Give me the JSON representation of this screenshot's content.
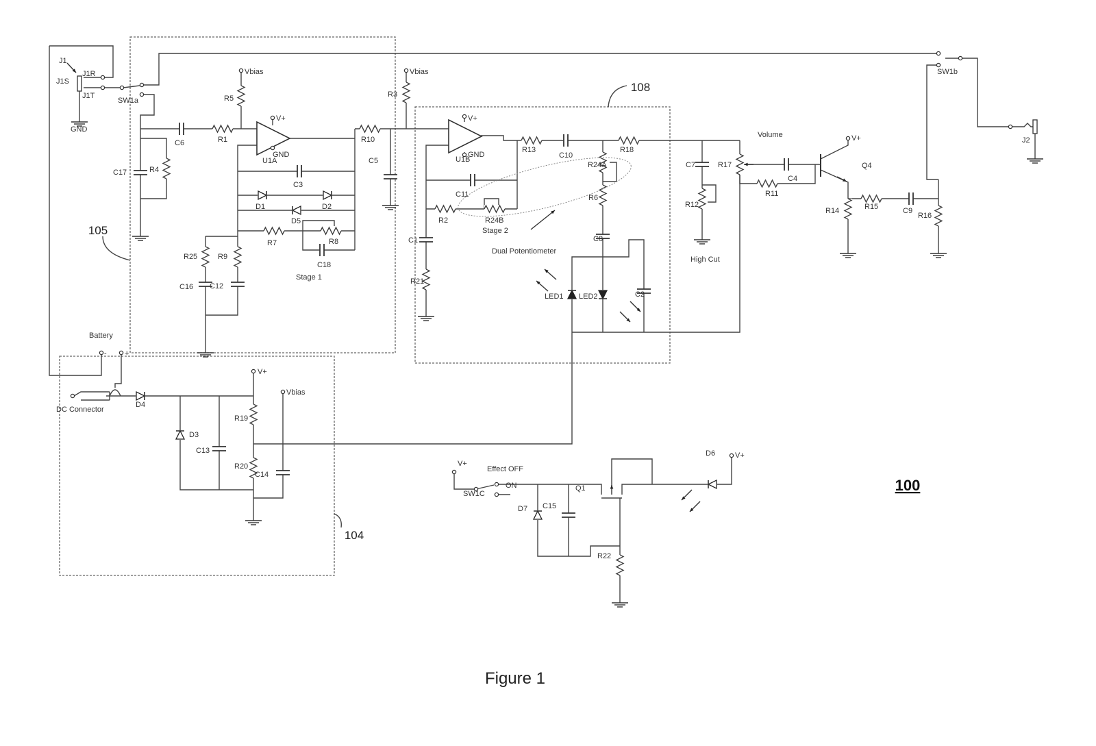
{
  "figure": {
    "caption": "Figure 1",
    "reference_numeral": "100",
    "blocks": {
      "input_stage_block": "105",
      "stage2_block": "108",
      "power_block": "104"
    }
  },
  "labels": {
    "J1": "J1",
    "J1R": "J1R",
    "J1S": "J1S",
    "J1T": "J1T",
    "GND_J1": "GND",
    "SW1a": "SW1a",
    "Vbias1": "Vbias",
    "R5": "R5",
    "C6": "C6",
    "R1": "R1",
    "C17": "C17",
    "R4": "R4",
    "Vplus1": "V+",
    "GND_U1A": "GND",
    "U1A": "U1A",
    "R10": "R10",
    "C5": "C5",
    "C3": "C3",
    "D1": "D1",
    "D2": "D2",
    "D5": "D5",
    "R7": "R7",
    "R8": "R8",
    "C18": "C18",
    "Stage1": "Stage 1",
    "R25": "R25",
    "R9": "R9",
    "C16": "C16",
    "C12": "C12",
    "Vbias2": "Vbias",
    "R3": "R3",
    "Vplus2": "V+",
    "GND_U1B": "GND",
    "U1B": "U1B",
    "R13": "R13",
    "C10": "C10",
    "R18": "R18",
    "C11": "C11",
    "R2": "R2",
    "R24B": "R24B",
    "Stage2": "Stage 2",
    "C1": "C1",
    "R21": "R21",
    "R24A": "R24A",
    "R6": "R6",
    "C8": "C8",
    "DualPot": "Dual Potentiometer",
    "LED1": "LED1",
    "LED2": "LED2",
    "C2": "C2",
    "Volume": "Volume",
    "C7": "C7",
    "R17": "R17",
    "R12": "R12",
    "HighCut": "High Cut",
    "C4": "C4",
    "R11": "R11",
    "Vplus3": "V+",
    "Q4": "Q4",
    "R14": "R14",
    "R15": "R15",
    "C9": "C9",
    "R16": "R16",
    "SW1b": "SW1b",
    "J2": "J2",
    "Battery": "Battery",
    "BattMinus": "-",
    "BattPlus": "+",
    "DCConnector": "DC Connector",
    "D4": "D4",
    "D3": "D3",
    "C13": "C13",
    "Vplus4": "V+",
    "Vbias3": "Vbias",
    "R19": "R19",
    "R20": "R20",
    "C14": "C14",
    "Vplus5": "V+",
    "EffectOFF": "Effect OFF",
    "ON": "ON",
    "SW1C": "SW1C",
    "Q1": "Q1",
    "D7": "D7",
    "C15": "C15",
    "R22": "R22",
    "D6": "D6",
    "Vplus6": "V+"
  }
}
